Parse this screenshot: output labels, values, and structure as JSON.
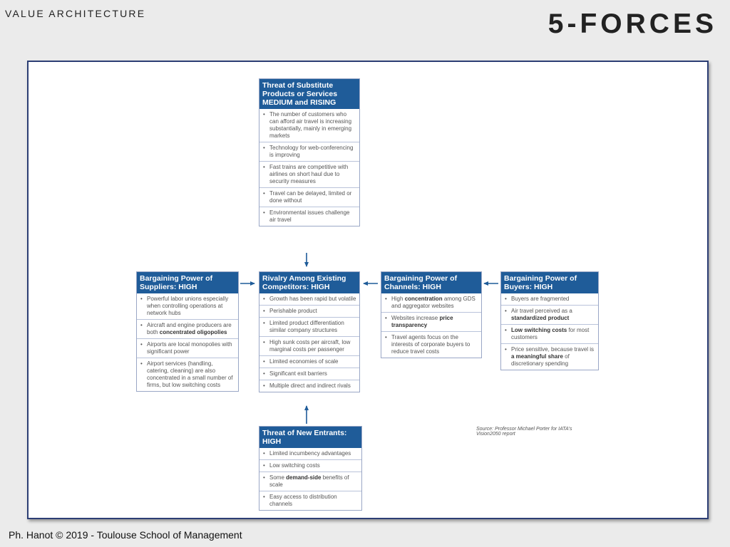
{
  "slide": {
    "header_label": "VALUE ARCHITECTURE",
    "title": "5-FORCES",
    "footer": "Ph. Hanot © 2019  -  Toulouse School of Management"
  },
  "diagram": {
    "source_note": "Source: Professor Michael Porter for IATA's Vision2050 report",
    "forces": {
      "substitutes": {
        "title": "Threat of Substitute Products or Services MEDIUM and RISING",
        "items": [
          {
            "text": "The number of customers who can afford air travel is increasing substantially, mainly in emerging markets"
          },
          {
            "text": "Technology for web-conferencing is improving"
          },
          {
            "text": "Fast trains are competitive with airlines on short haul due to security measures"
          },
          {
            "text": "Travel can be delayed, limited or done without"
          },
          {
            "text": "Environmental issues challenge air travel"
          }
        ]
      },
      "suppliers": {
        "title": "Bargaining Power of Suppliers: HIGH",
        "items": [
          {
            "text": "Powerful labor unions especially when controlling operations at network hubs"
          },
          {
            "before": "Aircraft and engine producers are both ",
            "bold": "concentrated oligopolies",
            "after": ""
          },
          {
            "text": "Airports are local monopolies with significant power"
          },
          {
            "text": "Airport services (handling, catering, cleaning) are also concentrated in a small number of firms, but low switching costs"
          }
        ]
      },
      "rivalry": {
        "title": "Rivalry Among Existing Competitors: HIGH",
        "items": [
          {
            "text": "Growth has been rapid but volatile"
          },
          {
            "text": "Perishable product"
          },
          {
            "text": "Limited product differentiation similar company structures"
          },
          {
            "text": "High sunk costs per aircraft, low marginal costs per passenger"
          },
          {
            "text": "Limited economies of scale"
          },
          {
            "text": "Significant exit barriers"
          },
          {
            "text": "Multiple direct and indirect rivals"
          }
        ]
      },
      "channels": {
        "title": "Bargaining Power of Channels: HIGH",
        "items": [
          {
            "before": "High ",
            "bold": "concentration",
            "after": " among GDS and aggregator websites"
          },
          {
            "before": "Websites increase ",
            "bold": "price transparency",
            "after": ""
          },
          {
            "text": "Travel agents focus on the interests of corporate buyers to reduce travel costs"
          }
        ]
      },
      "buyers": {
        "title": "Bargaining Power of Buyers: HIGH",
        "items": [
          {
            "text": "Buyers are fragmented"
          },
          {
            "before": "Air travel perceived as a ",
            "bold": "standardized product",
            "after": ""
          },
          {
            "before": "",
            "bold": "Low switching costs",
            "after": " for most customers"
          },
          {
            "before": "Price sensitive, because travel is ",
            "bold": "a meaningful share",
            "after": " of discretionary spending"
          }
        ]
      },
      "new_entrants": {
        "title": "Threat of New Entrants: HIGH",
        "items": [
          {
            "text": "Limited incumbency advantages"
          },
          {
            "text": "Low switching costs"
          },
          {
            "before": "Some ",
            "bold": "demand-side",
            "after": " benefits of scale"
          },
          {
            "text": "Easy access to distribution channels"
          }
        ]
      }
    }
  }
}
